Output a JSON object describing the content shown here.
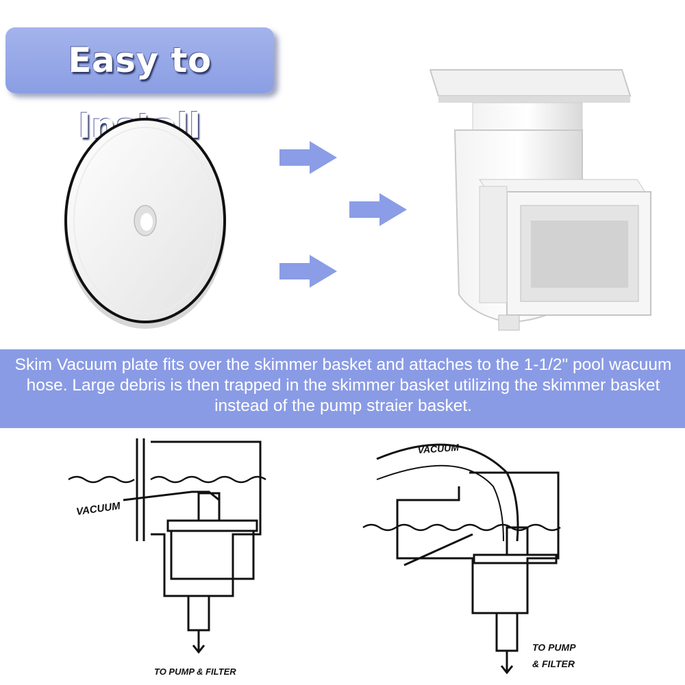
{
  "header": {
    "title": "Easy to Install"
  },
  "description": {
    "text": "Skim Vacuum plate fits over the skimmer basket and attaches to the 1-1/2\" pool wacuum hose. Large debris is then trapped in the skimmer basket utilizing the skimmer basket instead of the pump straier basket."
  },
  "diagram_left": {
    "vacuum_label": "VACUUM",
    "outlet_label": "TO PUMP & FILTER"
  },
  "diagram_right": {
    "vacuum_label": "VACUUM",
    "outlet_label_line1": "TO PUMP",
    "outlet_label_line2": "& FILTER"
  },
  "colors": {
    "accent": "#8a9be5",
    "arrow": "#8b9de6",
    "text_on_accent": "#ffffff"
  }
}
